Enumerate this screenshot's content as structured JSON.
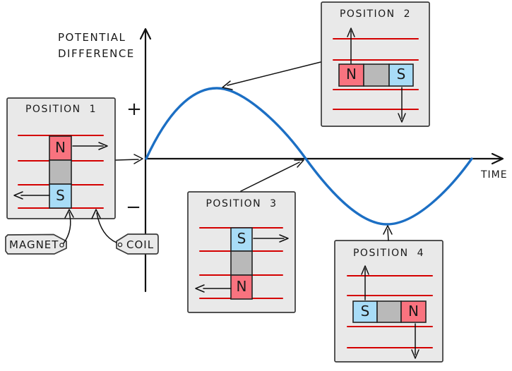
{
  "graph": {
    "ylabel_line1": "POTENTIAL",
    "ylabel_line2": "DIFFERENCE",
    "xlabel": "TIME",
    "plus": "+",
    "minus": "−"
  },
  "positions": [
    {
      "title": "POSITION 1",
      "pole_a": "N",
      "pole_b": "S"
    },
    {
      "title": "POSITION 2",
      "pole_a": "N",
      "pole_b": "S"
    },
    {
      "title": "POSITION 3",
      "pole_a": "S",
      "pole_b": "N"
    },
    {
      "title": "POSITION 4",
      "pole_a": "S",
      "pole_b": "N"
    }
  ],
  "tags": {
    "magnet": "MAGNET",
    "coil": "COIL"
  },
  "colors": {
    "curve": "#1c6fc4",
    "coil_line": "#d40000",
    "north_pole": "#f9737f",
    "south_pole": "#a8dcf7",
    "magnet_middle": "#b9b9b9",
    "box_fill": "#e9e9e9",
    "ink": "#111111"
  }
}
